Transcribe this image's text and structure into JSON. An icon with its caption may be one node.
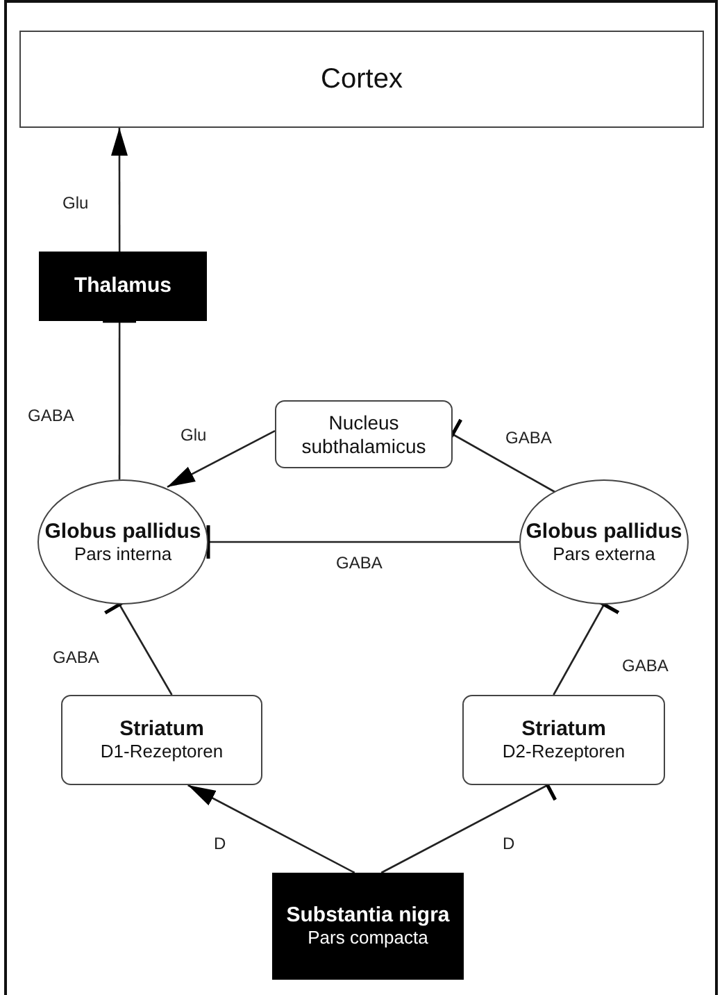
{
  "diagram": {
    "nodes": [
      {
        "text": [
          "Cortex"
        ]
      },
      {
        "text": [
          "Thalamus"
        ]
      },
      {
        "text": [
          "Nucleus subthalamicus"
        ]
      },
      {
        "text": [
          "Globus pallidus",
          "Pars interna"
        ]
      },
      {
        "text": [
          "Globus pallidus",
          "Pars externa"
        ]
      },
      {
        "text": [
          "Striatum",
          "D1-Rezeptoren"
        ]
      },
      {
        "text": [
          "Striatum",
          "D2-Rezeptoren"
        ]
      },
      {
        "text": [
          "Substantia nigra",
          "Pars compacta"
        ]
      }
    ],
    "edges": [
      {
        "from": 1,
        "to": 0,
        "arrow": "to",
        "label": "Glu"
      },
      {
        "from": 3,
        "to": 1,
        "arrow": "other",
        "label": "GABA"
      },
      {
        "from": 2,
        "to": 3,
        "arrow": "to",
        "label": "Glu"
      },
      {
        "from": 4,
        "to": 2,
        "arrow": "other",
        "label": "GABA"
      },
      {
        "from": 4,
        "to": 3,
        "arrow": "other",
        "label": "GABA"
      },
      {
        "from": 5,
        "to": 3,
        "arrow": "other",
        "label": "GABA"
      },
      {
        "from": 6,
        "to": 4,
        "arrow": "other",
        "label": "GABA"
      },
      {
        "from": 7,
        "to": 5,
        "arrow": "to",
        "label": "D"
      },
      {
        "from": 7,
        "to": 6,
        "arrow": "other",
        "label": "D"
      }
    ]
  }
}
